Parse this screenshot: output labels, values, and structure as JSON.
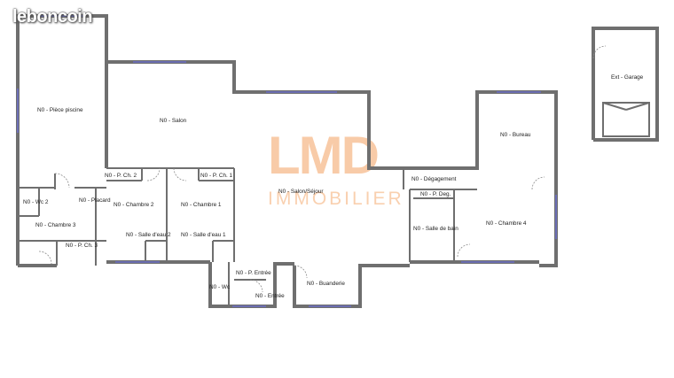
{
  "brand": "leboncoin",
  "watermark": {
    "logo": "LMD",
    "subtitle": "IMMOBILIER"
  },
  "rooms": {
    "piece_piscine": "N0 - Pièce piscine",
    "salon": "N0 - Salon",
    "bureau": "N0 - Bureau",
    "garage": "Ext - Garage",
    "p_ch2": "N0 - P. Ch. 2",
    "p_ch1": "N0 - P. Ch. 1",
    "wc2": "N0 - Wc 2",
    "placard": "N0 - Placard",
    "chambre2": "N0 - Chambre 2",
    "chambre1": "N0 - Chambre 1",
    "salon_sejour": "N0 - Salon/Séjour",
    "degagement": "N0 - Dégagement",
    "p_deg": "N0 - P. Deg.",
    "chambre3": "N0 - Chambre 3",
    "salle_eau2": "N0 - Salle d'eau 2",
    "salle_eau1": "N0 - Salle d'eau 1",
    "salle_bain": "N0 - Salle de bain",
    "chambre4": "N0 - Chambre 4",
    "p_ch3": "N0 - P. Ch. 3",
    "p_entree": "N0 - P. Entrée",
    "buanderie": "N0 - Buanderie",
    "wc": "N0 - Wc",
    "entree": "N0 - Entrée"
  }
}
